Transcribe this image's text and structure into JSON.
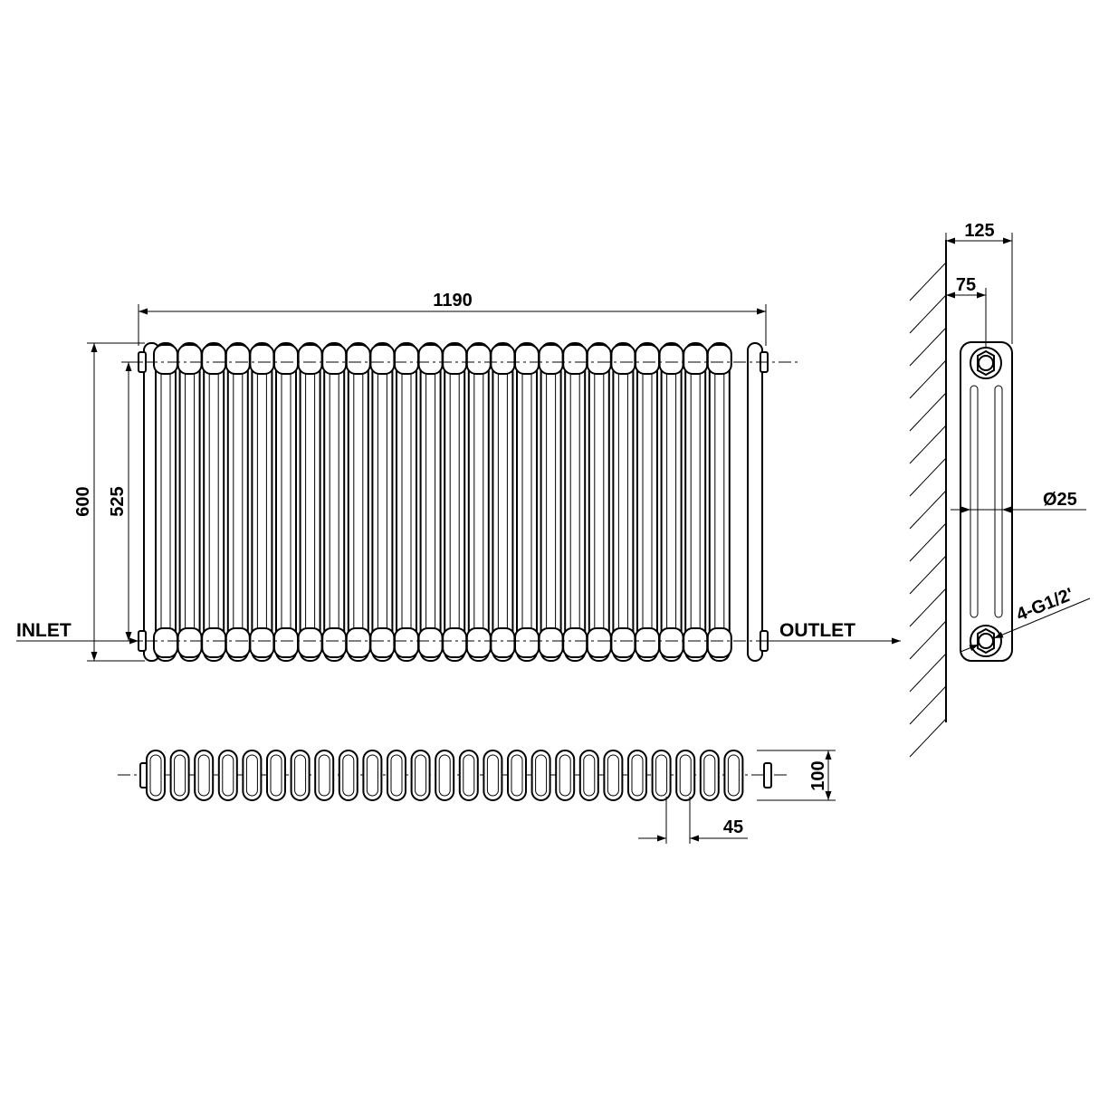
{
  "labels": {
    "inlet": "INLET",
    "outlet": "OUTLET",
    "connection": "4-G1/2'"
  },
  "dimensions": {
    "overall_width": "1190",
    "overall_height": "600",
    "pipe_centers": "525",
    "section_pitch": "45",
    "depth_front_view": "100",
    "side_depth": "125",
    "wall_to_center": "75",
    "tube_diameter": "Ø25"
  },
  "radiator": {
    "sections": 24
  }
}
